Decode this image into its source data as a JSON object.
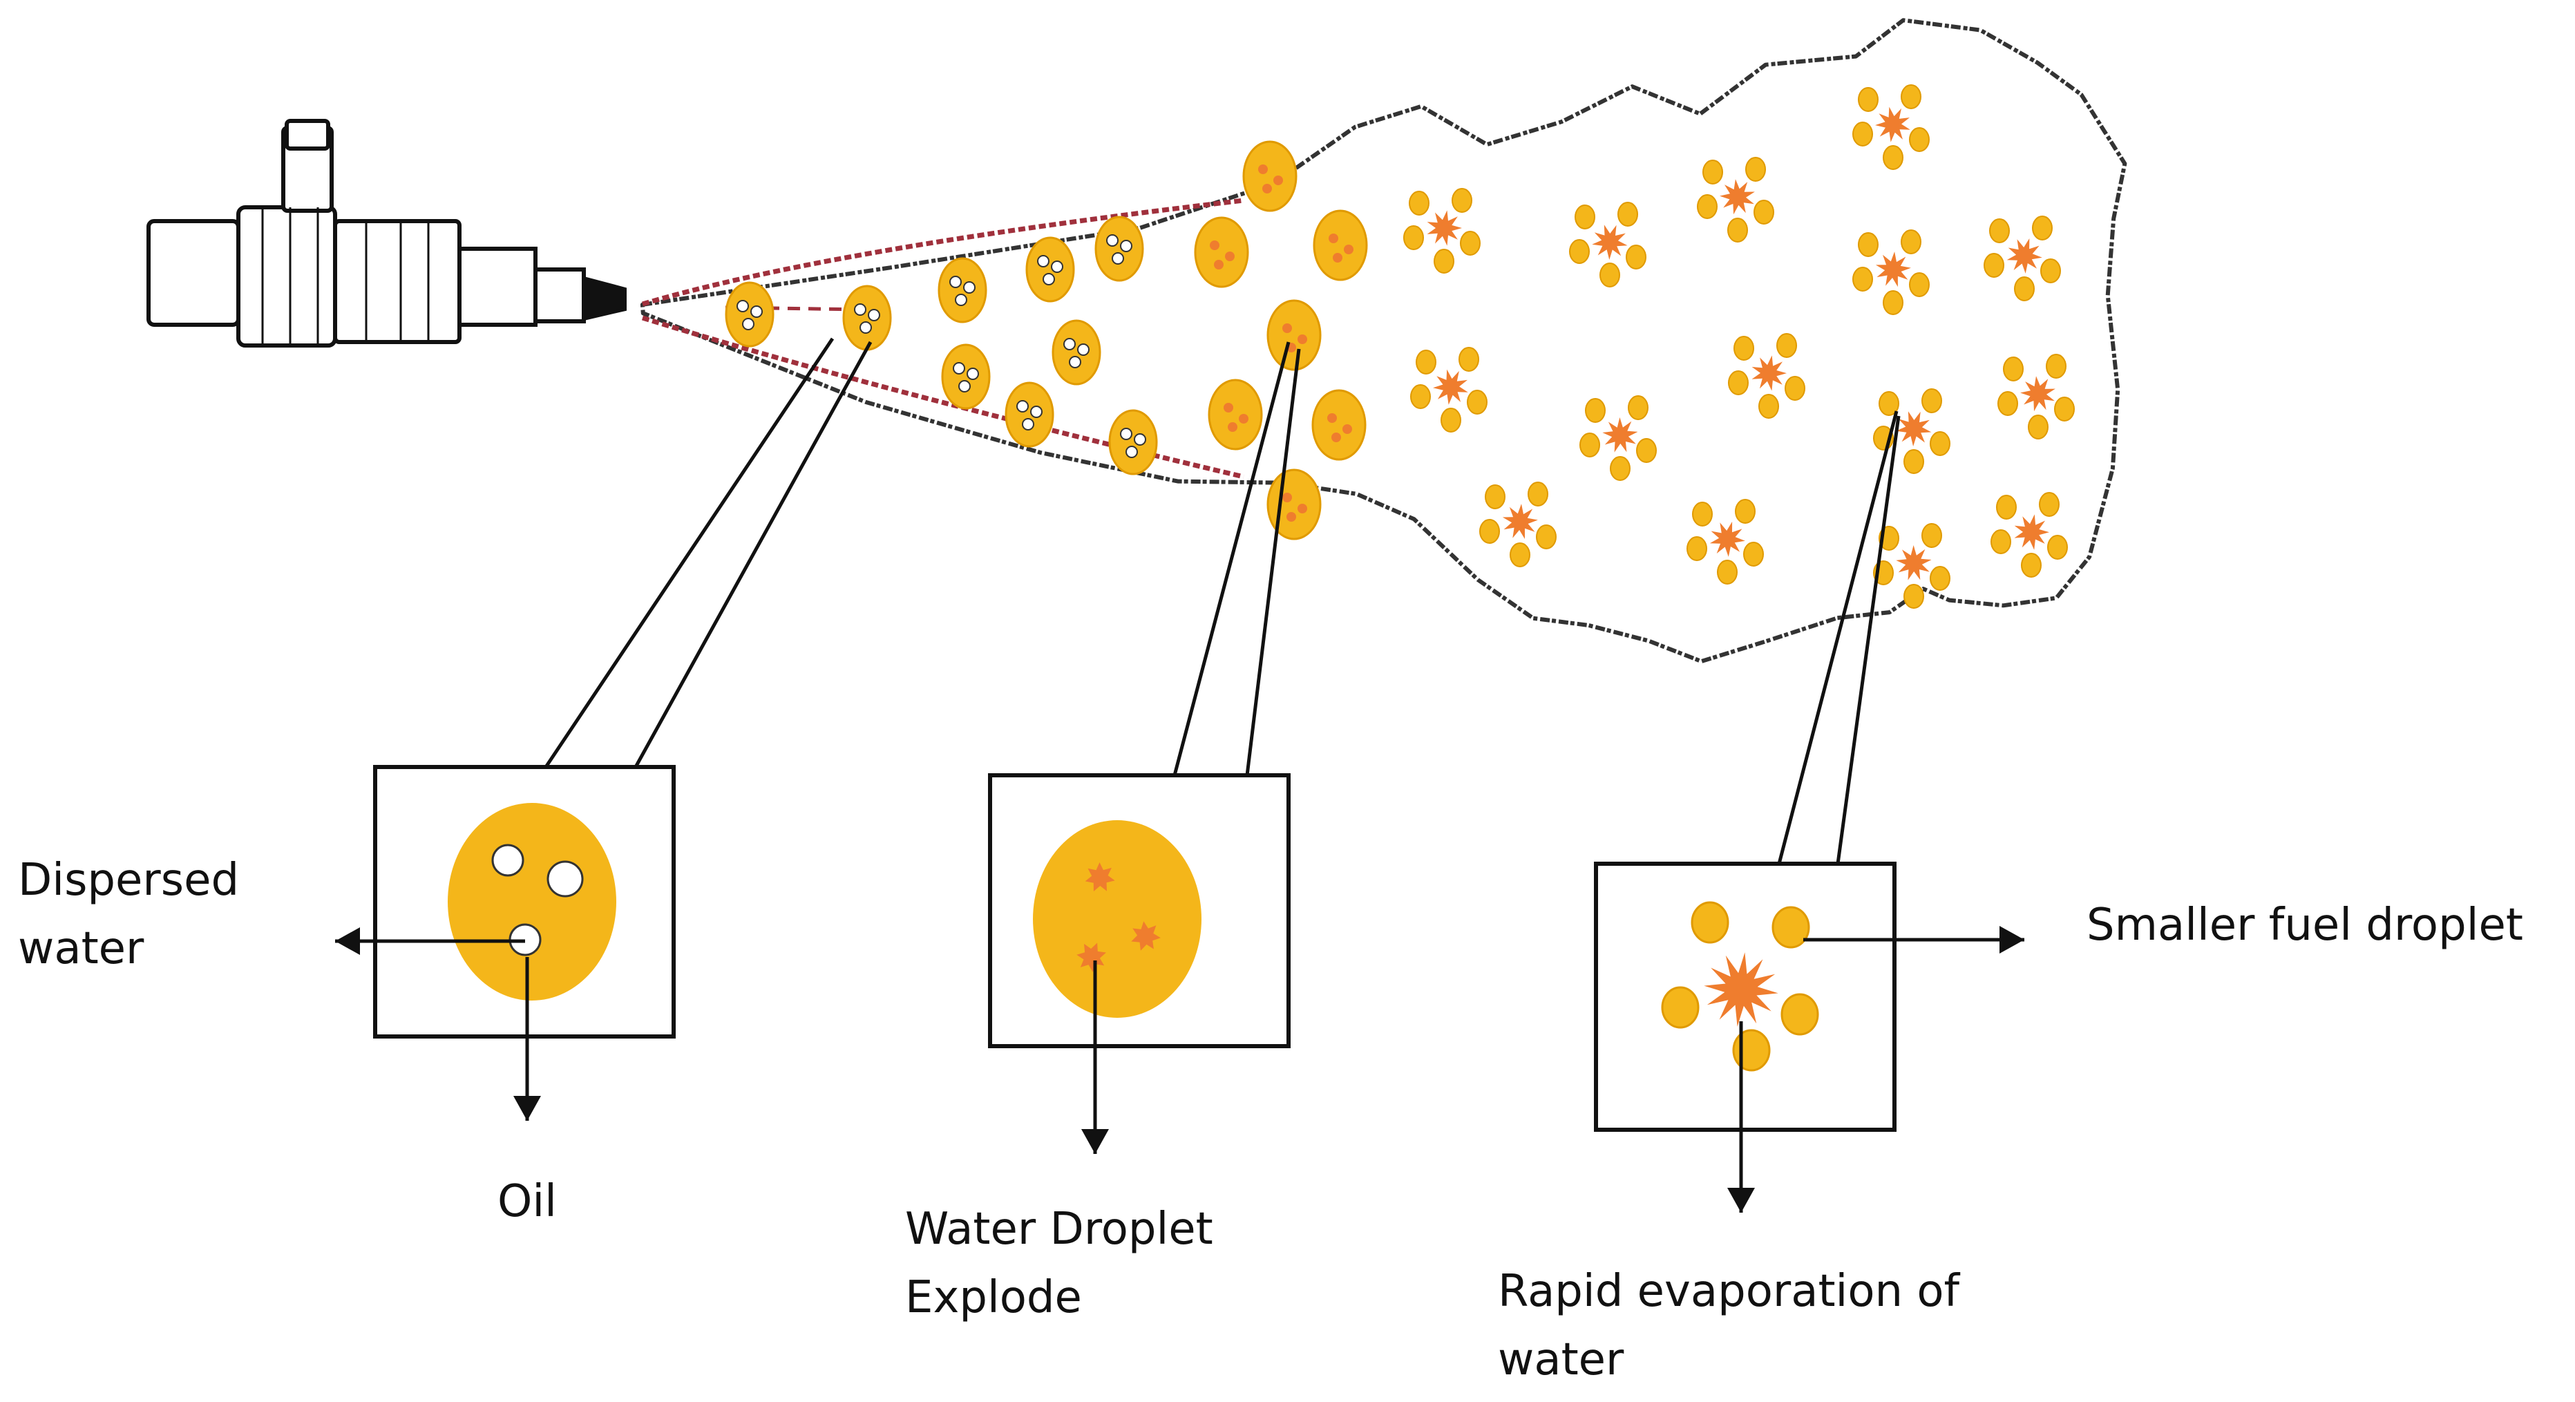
{
  "labels": {
    "dispersed_water_1": "Dispersed",
    "dispersed_water_2": "water",
    "oil": "Oil",
    "water_droplet_1": "Water Droplet",
    "water_droplet_2": "Explode",
    "smaller_fuel_droplet": "Smaller fuel droplet",
    "rapid_evaporation_1": "Rapid evaporation of",
    "rapid_evaporation_2": "water"
  },
  "colors": {
    "fuel_droplet": "#F4B61A",
    "droplet_edge": "#E09A00",
    "water_bubble": "#FFFFFF",
    "explosion": "#EF7D2E",
    "spray_outline": "#333333",
    "spray_edge_red": "#A0303C",
    "line": "#111111"
  },
  "icons": {
    "injector": "fuel-injector-icon",
    "arrow": "arrow-icon"
  }
}
